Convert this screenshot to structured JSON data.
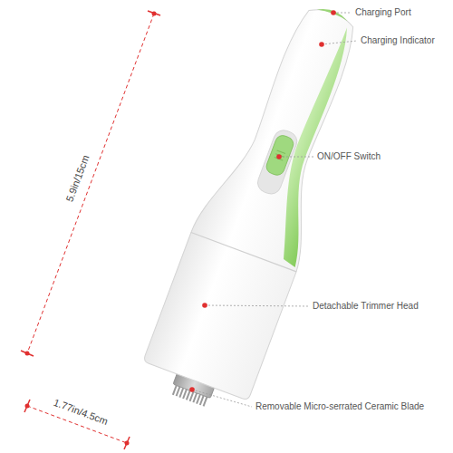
{
  "diagram": {
    "labels": [
      "Charging Port",
      "Charging Indicator",
      "ON/OFF Switch",
      "Detachable Trimmer Head",
      "Removable Micro-serrated Ceramic Blade",
      "5.9in/15cm",
      "1.77in/4.5cm"
    ]
  }
}
